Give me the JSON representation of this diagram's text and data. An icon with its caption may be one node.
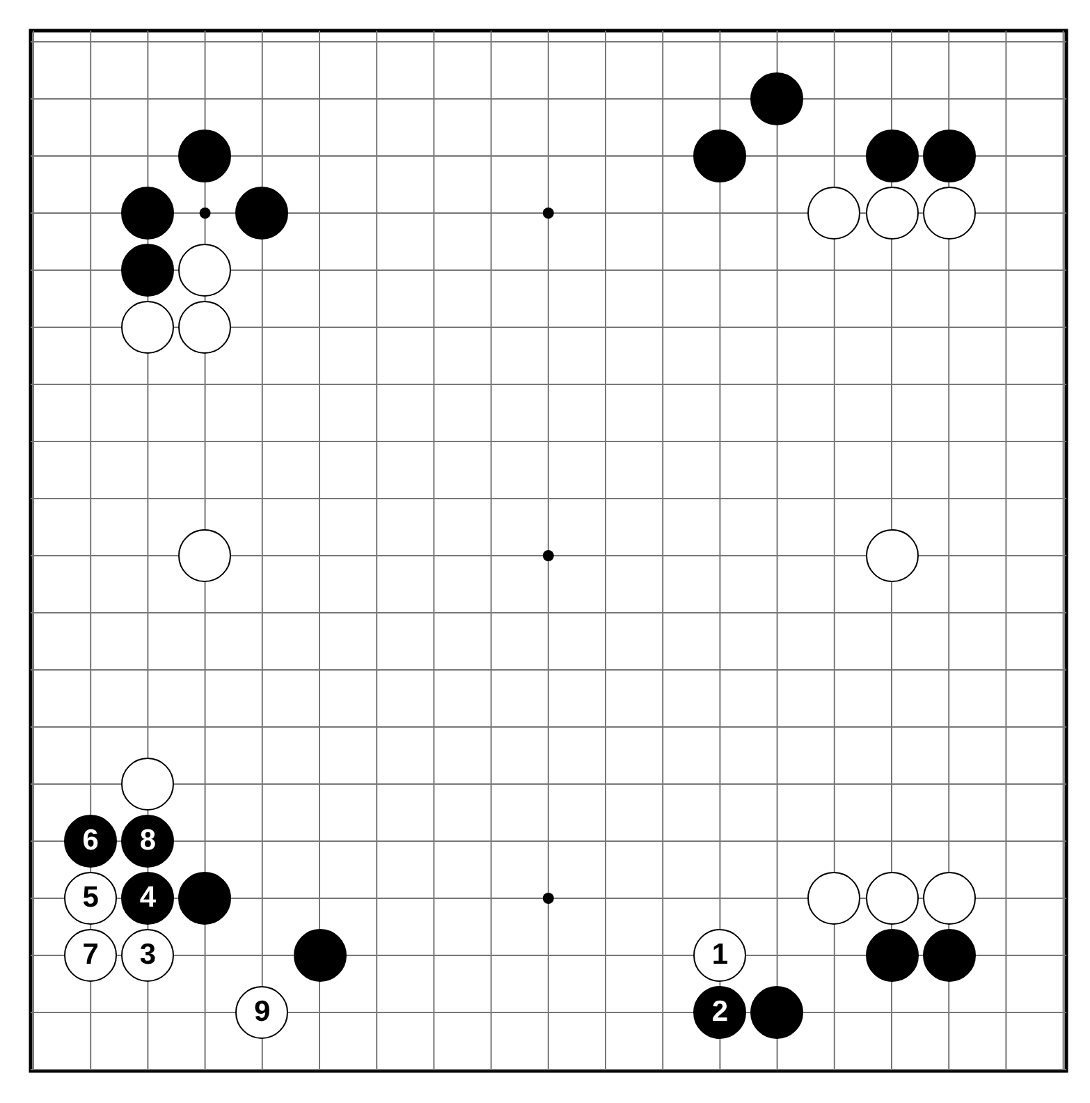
{
  "diagram": {
    "nodes": [
      {
        "text": [],
        "shape": "circle"
      },
      {
        "text": [],
        "shape": "circle"
      },
      {
        "text": [],
        "shape": "circle"
      },
      {
        "text": [],
        "shape": "circle"
      },
      {
        "text": [],
        "shape": "circle"
      },
      {
        "text": [],
        "shape": "circle"
      },
      {
        "text": [],
        "shape": "circle"
      },
      {
        "text": [],
        "shape": "circle"
      },
      {
        "text": [],
        "shape": "circle"
      },
      {
        "text": [],
        "shape": "circle"
      },
      {
        "text": [],
        "shape": "circle"
      },
      {
        "text": [],
        "shape": "circle"
      },
      {
        "text": [],
        "shape": "circle"
      },
      {
        "text": [],
        "shape": "circle"
      },
      {
        "text": [],
        "shape": "circle"
      },
      {
        "text": [],
        "shape": "circle"
      },
      {
        "text": [],
        "shape": "circle"
      },
      {
        "text": [
          "6"
        ]
      },
      {
        "text": [
          "8"
        ]
      },
      {
        "text": [
          "5"
        ]
      },
      {
        "text": [
          "4"
        ]
      },
      {
        "text": [],
        "shape": "circle"
      },
      {
        "text": [],
        "shape": "circle"
      },
      {
        "text": [],
        "shape": "circle"
      },
      {
        "text": [],
        "shape": "circle"
      },
      {
        "text": [
          "7"
        ]
      },
      {
        "text": [
          "3"
        ]
      },
      {
        "text": [],
        "shape": "circle"
      },
      {
        "text": [
          "1"
        ]
      },
      {
        "text": [],
        "shape": "circle"
      },
      {
        "text": [],
        "shape": "circle"
      },
      {
        "text": [
          "9"
        ]
      },
      {
        "text": [
          "2"
        ]
      },
      {
        "text": [],
        "shape": "circle"
      }
    ]
  }
}
